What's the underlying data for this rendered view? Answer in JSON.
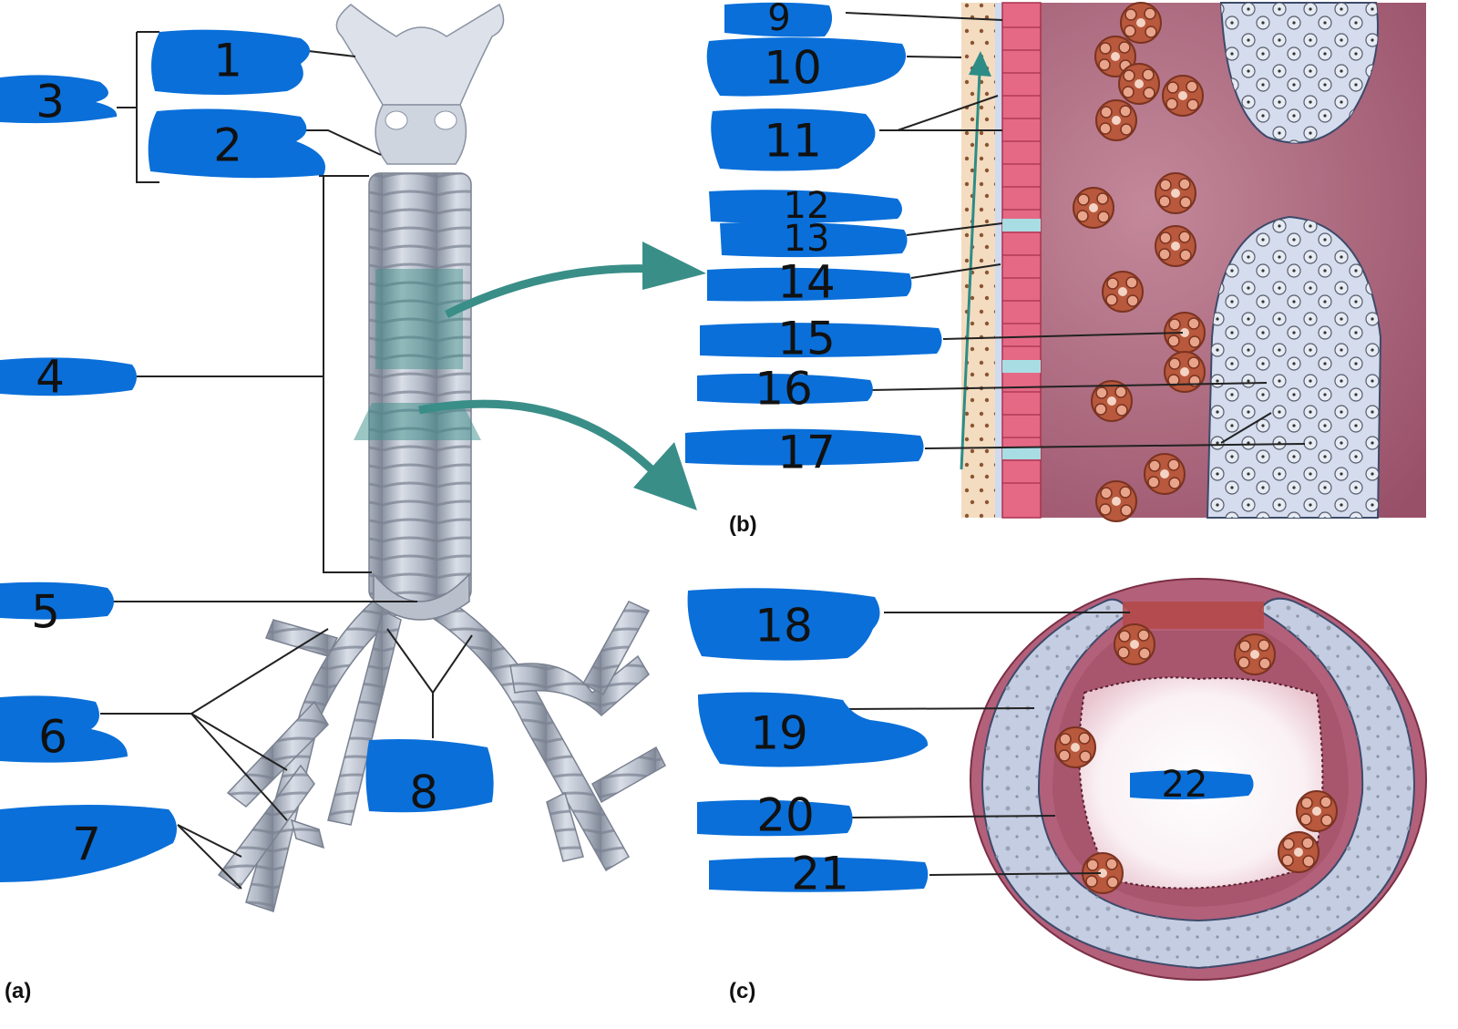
{
  "colors": {
    "label_marker": "#0a6fd9",
    "cartilage": "#c9d0dc",
    "mucosa": "#a0506a",
    "epithelium": "#e0607a",
    "teal_arrow": "#3a8e88"
  },
  "panels": {
    "a": "(a)",
    "b": "(b)",
    "c": "(c)"
  },
  "labels": [
    {
      "id": "1",
      "text": "1"
    },
    {
      "id": "2",
      "text": "2"
    },
    {
      "id": "3",
      "text": "3"
    },
    {
      "id": "4",
      "text": "4"
    },
    {
      "id": "5",
      "text": "5"
    },
    {
      "id": "6",
      "text": "6"
    },
    {
      "id": "7",
      "text": "7"
    },
    {
      "id": "8",
      "text": "8"
    },
    {
      "id": "9",
      "text": "9"
    },
    {
      "id": "10",
      "text": "10"
    },
    {
      "id": "11",
      "text": "11"
    },
    {
      "id": "12",
      "text": "12"
    },
    {
      "id": "13",
      "text": "13"
    },
    {
      "id": "14",
      "text": "14"
    },
    {
      "id": "15",
      "text": "15"
    },
    {
      "id": "16",
      "text": "16"
    },
    {
      "id": "17",
      "text": "17"
    },
    {
      "id": "18",
      "text": "18"
    },
    {
      "id": "19",
      "text": "19"
    },
    {
      "id": "20",
      "text": "20"
    },
    {
      "id": "21",
      "text": "21"
    },
    {
      "id": "22",
      "text": "22"
    }
  ]
}
